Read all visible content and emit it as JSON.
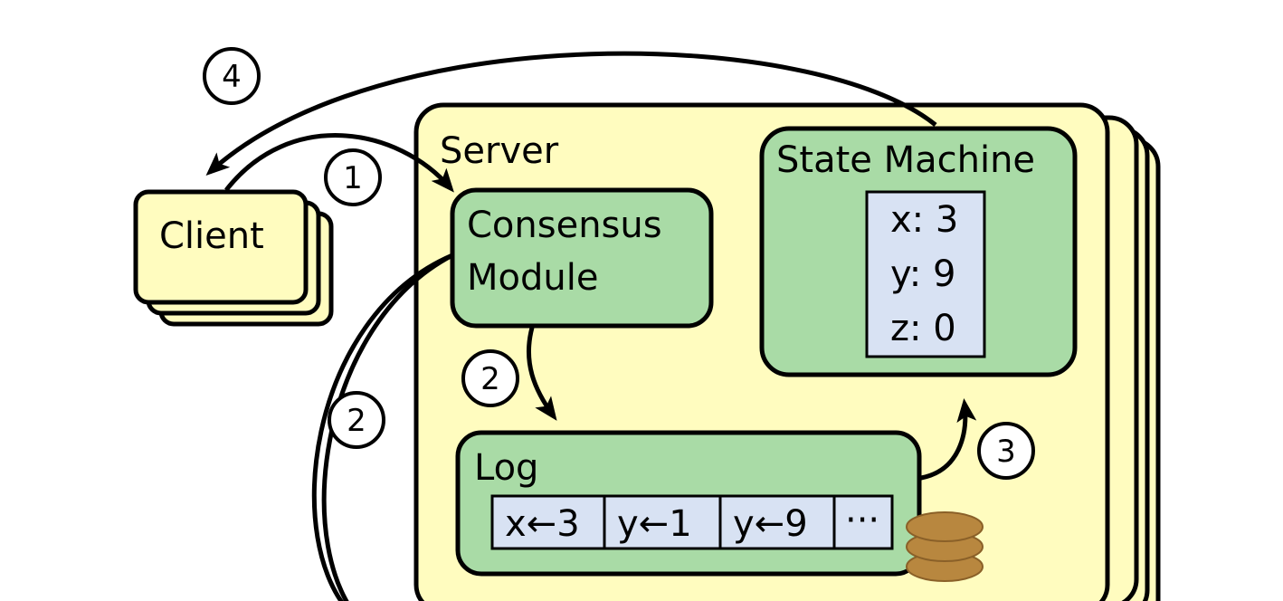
{
  "server": {
    "label": "Server"
  },
  "client": {
    "label": "Client"
  },
  "consensus": {
    "line1": "Consensus",
    "line2": "Module"
  },
  "state_machine": {
    "title": "State Machine",
    "entries": [
      "x: 3",
      "y: 9",
      "z: 0"
    ]
  },
  "log": {
    "label": "Log",
    "entries": [
      "x←3",
      "y←1",
      "y←9",
      "···"
    ]
  },
  "steps": {
    "one": "1",
    "two_a": "2",
    "two_b": "2",
    "three": "3",
    "four": "4"
  },
  "colors": {
    "server_fill": "#fffcbf",
    "module_fill": "#a9dba6",
    "value_fill": "#d8e2f3",
    "disk_fill": "#b8873f",
    "stroke": "#000000"
  }
}
